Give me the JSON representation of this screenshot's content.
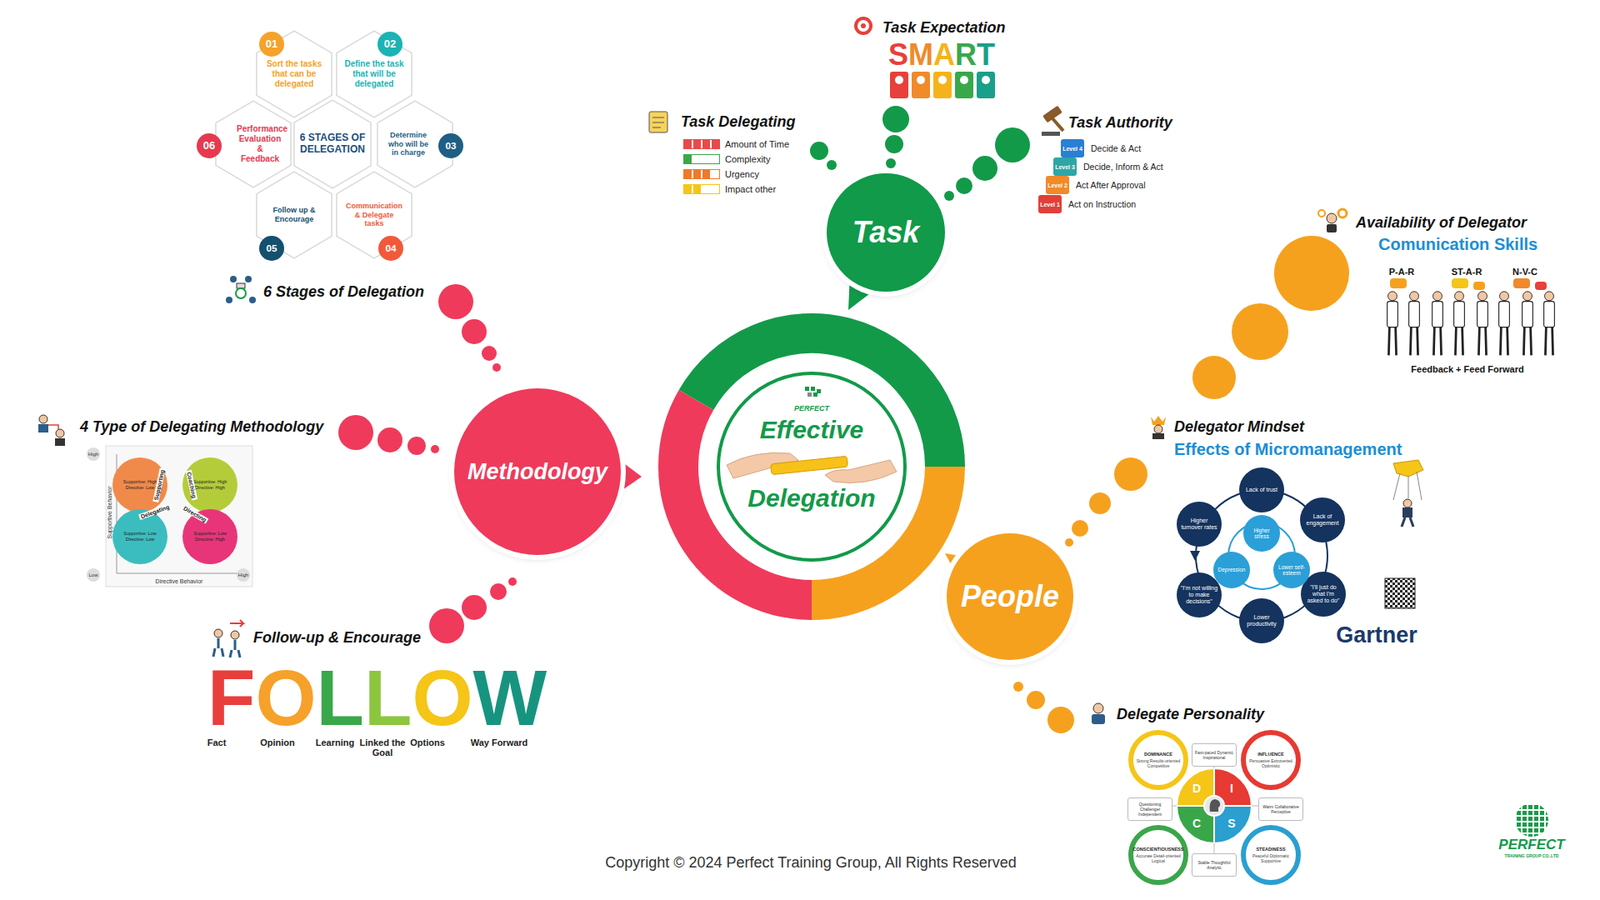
{
  "diagram": {
    "nodes": [
      {
        "text": [
          "PERFECT",
          "Effective",
          "Delegation"
        ]
      },
      {
        "text": [
          "Task"
        ]
      },
      {
        "text": [
          "Methodology"
        ]
      },
      {
        "text": [
          "People"
        ]
      },
      {
        "text": [
          "6 STAGES OF DELEGATION"
        ]
      },
      {
        "text": [
          "01",
          "Sort the tasks that can be delegated"
        ]
      },
      {
        "text": [
          "02",
          "Define the task that will be delegated"
        ]
      },
      {
        "text": [
          "03",
          "Determine who will be in charge"
        ]
      },
      {
        "text": [
          "04",
          "Communication & Delegate tasks"
        ]
      },
      {
        "text": [
          "05",
          "Follow up & Encourage"
        ]
      },
      {
        "text": [
          "06",
          "Performance Evaluation & Feedback"
        ]
      },
      {
        "text": [
          "Level 4",
          "Decide & Act"
        ]
      },
      {
        "text": [
          "Level 3",
          "Decide, Inform & Act"
        ]
      },
      {
        "text": [
          "Level 2",
          "Act After Approval"
        ]
      },
      {
        "text": [
          "Level 1",
          "Act on Instruction"
        ]
      },
      {
        "text": [
          "Lack of trust"
        ]
      },
      {
        "text": [
          "Lack of engagement"
        ]
      },
      {
        "text": [
          "\"I'll just do what I'm asked to do\""
        ]
      },
      {
        "text": [
          "Lower productivity"
        ]
      },
      {
        "text": [
          "\"I'm not willing to make decisions\""
        ]
      },
      {
        "text": [
          "Higher turnover rates"
        ]
      },
      {
        "text": [
          "Higher stress"
        ]
      },
      {
        "text": [
          "Lower self-esteem"
        ]
      },
      {
        "text": [
          "Depression"
        ]
      },
      {
        "text": [
          "Supportive: High Directive: Low"
        ]
      },
      {
        "text": [
          "Supportive: High Directive: High"
        ]
      },
      {
        "text": [
          "Supportive: Low Directive: Low"
        ]
      },
      {
        "text": [
          "Supportive: Low Directive: High"
        ]
      },
      {
        "text": [
          "DOMINANCE",
          "Strong Results-oriented Competitive"
        ]
      },
      {
        "text": [
          "INFLUENCE",
          "Persuasive Extroverted Optimistic"
        ]
      },
      {
        "text": [
          "CONSCIENTIOUSNESS",
          "Accurate Detail-oriented Logical"
        ]
      },
      {
        "text": [
          "STEADINESS",
          "Peaceful Diplomatic Supportive"
        ]
      },
      {
        "text": [
          "D",
          "I",
          "S",
          "C"
        ]
      },
      {
        "text": [
          "Fast-paced Dynamic Inspirational"
        ]
      },
      {
        "text": [
          "Warm Collaborative Perceptive"
        ]
      },
      {
        "text": [
          "Stable Thoughtful Analytic"
        ]
      },
      {
        "text": [
          "Questioning Challenger Independent"
        ]
      }
    ],
    "labels": [
      "Task Expectation",
      "SMART",
      "Task Delegating",
      "Task Authority",
      "Availability of Delegator",
      "Comunication Skills",
      "P-A-R",
      "ST-A-R",
      "N-V-C",
      "Feedback + Feed Forward",
      "Delegator Mindset",
      "Effects of Micromanagement",
      "Gartner",
      "Delegate Personality",
      "6 Stages of Delegation",
      "4 Type of Delegating Methodology",
      "Supporting",
      "Coaching",
      "Delegating",
      "Directing",
      "Supportive Behavior",
      "Directive Behavior",
      "High",
      "Low",
      "High",
      "Follow-up & Encourage",
      "FOLLOW",
      "Fact",
      "Opinion",
      "Learning",
      "Linked the Goal",
      "Options",
      "Way Forward",
      "Copyright © 2024 Perfect Training Group, All Rights Reserved",
      "PERFECT",
      "TRAINING GROUP CO.,LTD"
    ],
    "legend": [
      {
        "text": "Amount of Time",
        "color": "#e84a4a"
      },
      {
        "text": "Complexity",
        "color": "#39a84a"
      },
      {
        "text": "Urgency",
        "color": "#f07a2a"
      },
      {
        "text": "Impact other",
        "color": "#f5c518"
      }
    ]
  }
}
